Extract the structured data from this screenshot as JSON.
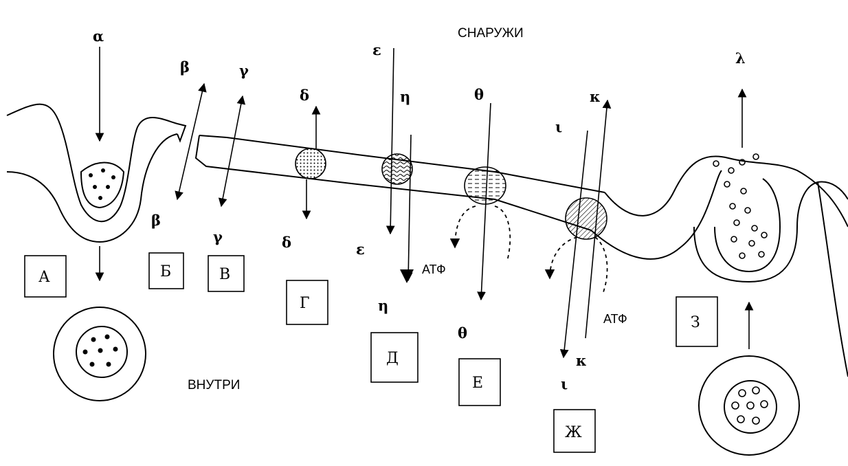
{
  "regions": {
    "outside": "СНАРУЖИ",
    "inside": "ВНУТРИ"
  },
  "atp": {
    "left": "АТФ",
    "right": "АТФ"
  },
  "panels": [
    "А",
    "Б",
    "В",
    "Г",
    "Д",
    "Е",
    "Ж",
    "З"
  ],
  "greek": {
    "alpha": "α",
    "beta_top": "β",
    "beta_bottom": "β",
    "gamma_top": "γ",
    "gamma_bottom": "γ",
    "delta_top": "δ",
    "delta_bottom": "δ",
    "epsilon_top": "ε",
    "epsilon_bottom": "ε",
    "eta_top": "η",
    "eta_bottom": "η",
    "theta_top": "θ",
    "theta_bottom": "θ",
    "iota_top": "ι",
    "iota_bottom": "ι",
    "kappa_top": "κ",
    "kappa_bottom": "κ",
    "lambda": "λ"
  }
}
